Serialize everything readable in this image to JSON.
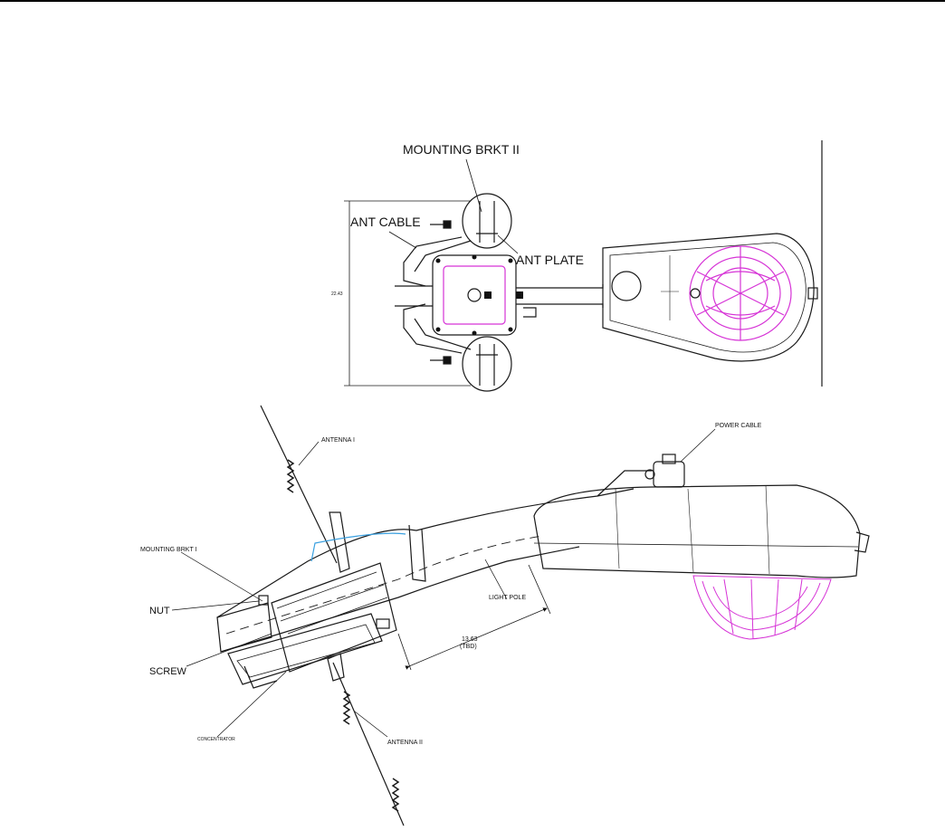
{
  "top_view": {
    "labels": {
      "mounting_brkt_ii": "MOUNTING BRKT II",
      "ant_cable": "ANT CABLE",
      "ant_plate": "ANT PLATE",
      "dimension": "22.43"
    }
  },
  "side_view": {
    "labels": {
      "antenna_i": "ANTENNA I",
      "power_cable": "POWER CABLE",
      "mounting_brkt_i": "MOUNTING BRKT I",
      "nut": "NUT",
      "screw": "SCREW",
      "light_pole": "LIGHT POLE",
      "dimension_value": "13.63",
      "dimension_note": "(TBD)",
      "concentrator": "CONCENTRATOR",
      "antenna_ii": "ANTENNA II"
    }
  },
  "colors": {
    "line": "#1a1a1a",
    "lens": "#d633d6",
    "cable_highlight": "#3aa0e0"
  }
}
